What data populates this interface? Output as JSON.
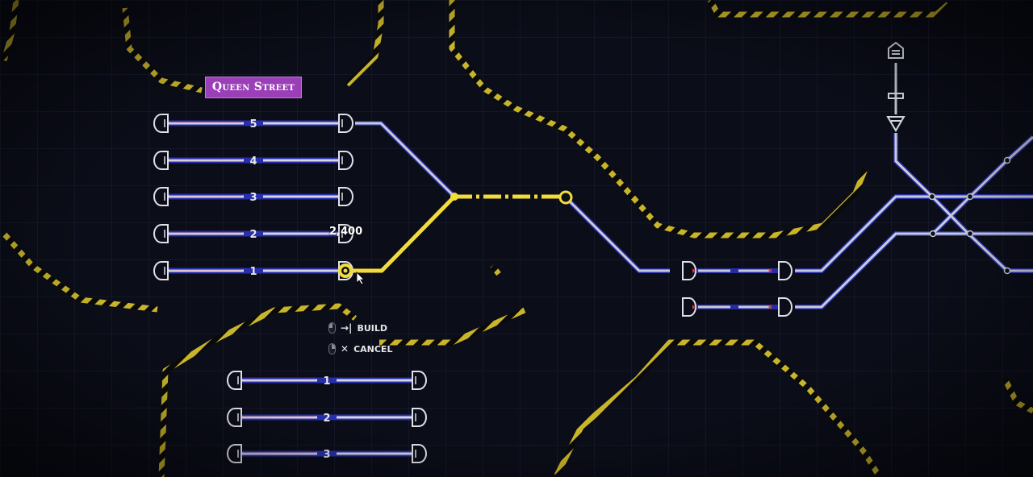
{
  "station": {
    "name": "Queen Street"
  },
  "platforms_top": [
    "5",
    "4",
    "3",
    "2",
    "1"
  ],
  "platforms_bottom": [
    "1",
    "2",
    "3"
  ],
  "build_cost": "2,400",
  "hints": [
    {
      "glyph": "→|",
      "label": "BUILD",
      "icon": "left-mouse-icon"
    },
    {
      "glyph": "✕",
      "label": "CANCEL",
      "icon": "right-mouse-icon"
    }
  ],
  "colors": {
    "background": "#0b0d18",
    "track": "#c8ccd8",
    "track_glow": "#2d36c8",
    "build_preview": "#f2dc3c",
    "hazard_yellow": "#c9b52a",
    "station_tag": "#9a3fb8"
  }
}
